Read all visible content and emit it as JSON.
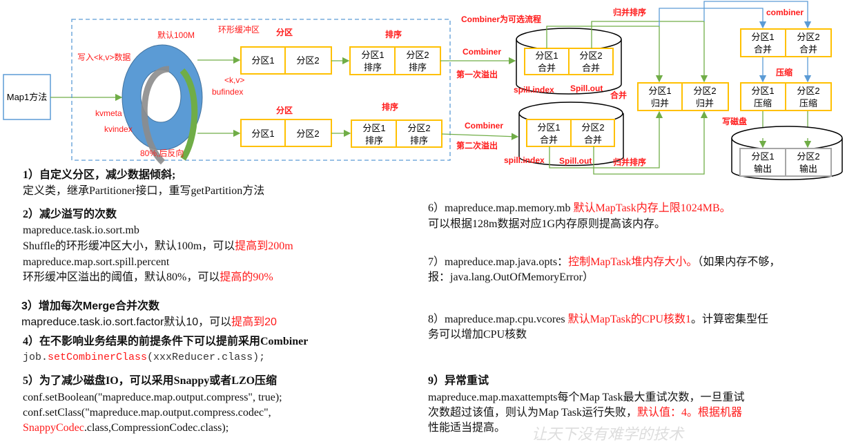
{
  "diagram": {
    "map_method": "Map1方法",
    "default_size": "默认100M",
    "ring_buffer": "环形缓冲区",
    "write_kv": "写入<k,v>数据",
    "kv": "<k,v>",
    "bufindex": "bufindex",
    "kvmeta": "kvmeta",
    "kvindex": "kvindex",
    "reverse": "80%,后反向",
    "partition_label_1": "分区",
    "partition_label_2": "分区",
    "sort_label_1": "排序",
    "sort_label_2": "排序",
    "p1": "分区1",
    "p2": "分区2",
    "sorted": "排序",
    "combined": "合并",
    "merged": "归并",
    "compressed": "压缩",
    "output": "输出",
    "combiner_optional": "Combiner为可选流程",
    "combiner_1": "Combiner",
    "combiner_2": "Combiner",
    "spill_1": "第一次溢出",
    "spill_2": "第二次溢出",
    "spill_index_1": "spill.index",
    "spill_out_1": "Spill.out",
    "spill_index_2": "spill.index",
    "spill_out_2": "Spill.out",
    "merge": "合并",
    "merge_sort_top": "归并排序",
    "merge_sort_bottom": "归并排序",
    "combiner_lower": "combiner",
    "compress": "压缩",
    "write_disk": "写磁盘",
    "colors": {
      "accent_red": "#ff1a1a",
      "box_border": "#ffc000",
      "ring": "#5b9bd5",
      "arrow_green": "#70ad47"
    }
  },
  "notes": {
    "n1": {
      "title": "1）自定义分区，减少数据倾斜;",
      "line1": "定义类，继承Partitioner接口，重写getPartition方法"
    },
    "n2": {
      "title": "2）减少溢写的次数",
      "line1": "mapreduce.task.io.sort.mb",
      "line2a": "Shuffle的环形缓冲区大小，默认100m，可以",
      "line2b": "提高到200m",
      "line3": "mapreduce.map.sort.spill.percent",
      "line4a": "环形缓冲区溢出的阈值，默认80%，可以",
      "line4b": "提高的90%"
    },
    "n3": {
      "title": "3）增加每次Merge合并次数",
      "line1a": "mapreduce.task.io.sort.factor默认10，可以",
      "line1b": "提高到20"
    },
    "n4": {
      "title": "4）在不影响业务结果的前提条件下可以提前采用Combiner",
      "line1a": "job.",
      "line1b": "setCombinerClass",
      "line1c": "(xxxReducer.class);"
    },
    "n5": {
      "title": "5）为了减少磁盘IO，可以采用Snappy或者LZO压缩",
      "line1": "conf.setBoolean(\"mapreduce.map.output.compress\", true);",
      "line2": "conf.setClass(\"mapreduce.map.output.compress.codec\",",
      "line3a": "SnappyCodec",
      "line3b": ".class,CompressionCodec.class);"
    },
    "n6": {
      "line1a": "6）mapreduce.map.memory.mb ",
      "line1b": "默认MapTask内存上限1024MB。",
      "line2": "可以根据128m数据对应1G内存原则提高该内存。"
    },
    "n7": {
      "line1a": "7）mapreduce.map.java.opts：",
      "line1b": "控制MapTask堆内存大小。",
      "line1c": "（如果内存不够，",
      "line2": "报：java.lang.OutOfMemoryError）"
    },
    "n8": {
      "line1a": "8）mapreduce.map.cpu.vcores ",
      "line1b": "默认MapTask的CPU核数1",
      "line1c": "。计算密集型任",
      "line2": "务可以增加CPU核数"
    },
    "n9": {
      "title": "9）异常重试",
      "line1": "mapreduce.map.maxattempts每个Map Task最大重试次数，一旦重试",
      "line2a": "次数超过该值，则认为Map Task运行失败，",
      "line2b": "默认值：4。根据机器",
      "line3": "性能适当提高。"
    },
    "watermark": "让天下没有难学的技术"
  }
}
